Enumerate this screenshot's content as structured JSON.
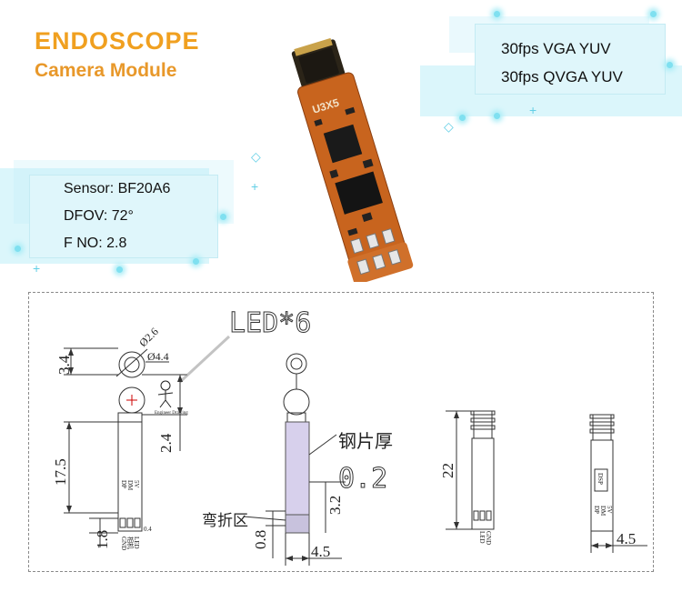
{
  "header": {
    "title": "ENDOSCOPE",
    "subtitle": "Camera Module"
  },
  "specs_right": {
    "line1": "30fps VGA YUV",
    "line2": "30fps QVGA YUV"
  },
  "specs_left": {
    "sensor": "Sensor: BF20A6",
    "dfov": "DFOV: 72°",
    "fno": "F NO: 2.8"
  },
  "module_photo": {
    "board_label": "U3X5"
  },
  "drawing": {
    "led_label": "LED*6",
    "steel_label": "钢片厚",
    "steel_value": "0.2",
    "bend_label": "弯折区",
    "dim_phi_26": "Ø2.6",
    "dim_phi_44": "Ø4.4",
    "dim_34": "3.4",
    "dim_24": "2.4",
    "dim_175": "17.5",
    "dim_18": "1.8",
    "dim_08": "0.8",
    "dim_32": "3.2",
    "dim_45a": "4.5",
    "dim_22": "22",
    "dim_45b": "4.5",
    "dim_04": "0.4",
    "pins_a": [
      "DP",
      "DM",
      "5V"
    ],
    "pins_b": [
      "GND",
      "相机",
      "LED"
    ],
    "pins_c": [
      "LED",
      "GND"
    ],
    "pins_d": [
      "DP",
      "DM",
      "5V"
    ],
    "dsp_label": "DSP",
    "stamp": "Engineer Drawing"
  },
  "colors": {
    "title": "#f0a020",
    "pcb": "#c8641e",
    "panel": "#bfeef8",
    "steel_fill": "#d7d0ec"
  }
}
